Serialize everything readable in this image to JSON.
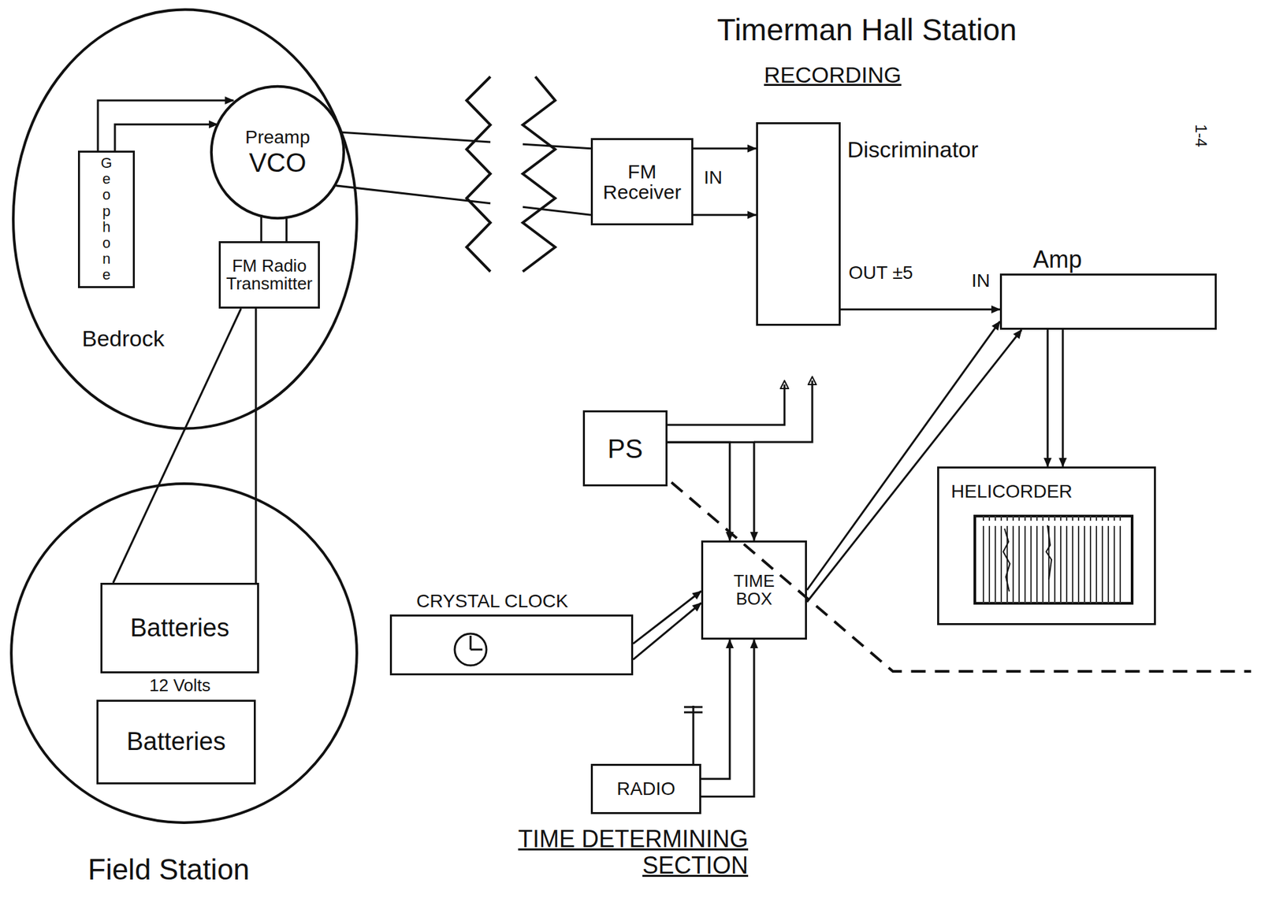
{
  "diagram": {
    "title": "Timerman Hall Station",
    "nodes": [
      {
        "text": [
          "Bedrock"
        ]
      },
      {
        "text": [
          "Geophone"
        ],
        "in": 0
      },
      {
        "text": [
          "Preamp",
          "VCO"
        ],
        "in": 0
      },
      {
        "text": [
          "FM Radio Transmitter"
        ],
        "in": 0
      },
      {
        "text": [
          "Field Station"
        ]
      },
      {
        "text": [
          "Batteries"
        ],
        "in": 4
      },
      {
        "text": [
          "Batteries"
        ],
        "in": 4
      },
      {
        "text": [
          "FM Receiver"
        ]
      },
      {
        "text": [
          "Discriminator"
        ]
      },
      {
        "text": [
          "Amp"
        ]
      },
      {
        "text": [
          "PS"
        ]
      },
      {
        "text": [
          "HELICORDER"
        ]
      },
      {
        "text": [
          "CRYSTAL CLOCK"
        ]
      },
      {
        "text": [
          "TIME BOX"
        ]
      },
      {
        "text": [
          "RADIO"
        ]
      }
    ],
    "edges": [
      {
        "from": 1,
        "to": 2,
        "arrow": "to"
      },
      {
        "from": 1,
        "to": 2,
        "arrow": "to"
      },
      {
        "from": 2,
        "to": 7,
        "arrow": "none"
      },
      {
        "from": 2,
        "to": 7,
        "arrow": "none"
      },
      {
        "from": 7,
        "to": 8,
        "arrow": "to"
      },
      {
        "from": 7,
        "to": 8,
        "arrow": "to"
      },
      {
        "from": 2,
        "to": 3,
        "arrow": "none"
      },
      {
        "from": 2,
        "to": 3,
        "arrow": "none"
      },
      {
        "from": 3,
        "to": 5,
        "arrow": "none"
      },
      {
        "from": 3,
        "to": 5,
        "arrow": "none"
      },
      {
        "from": 8,
        "to": 9,
        "arrow": "to"
      },
      {
        "from": 9,
        "to": 11,
        "arrow": "to"
      },
      {
        "from": 9,
        "to": 11,
        "arrow": "to"
      },
      {
        "from": 10,
        "to": 13,
        "arrow": "to"
      },
      {
        "from": 10,
        "to": 13,
        "arrow": "to"
      },
      {
        "from": 12,
        "to": 13,
        "arrow": "to"
      },
      {
        "from": 12,
        "to": 13,
        "arrow": "to"
      },
      {
        "from": 13,
        "to": 9,
        "arrow": "to"
      },
      {
        "from": 13,
        "to": 9,
        "arrow": "to"
      },
      {
        "from": 14,
        "to": 13,
        "arrow": "to"
      },
      {
        "from": 14,
        "to": 13,
        "arrow": "to"
      }
    ],
    "labels": [
      "RECORDING",
      "TIME DETERMINING SECTION",
      "12 Volts",
      "IN",
      "OUT ±5",
      "IN",
      "1-4"
    ]
  }
}
